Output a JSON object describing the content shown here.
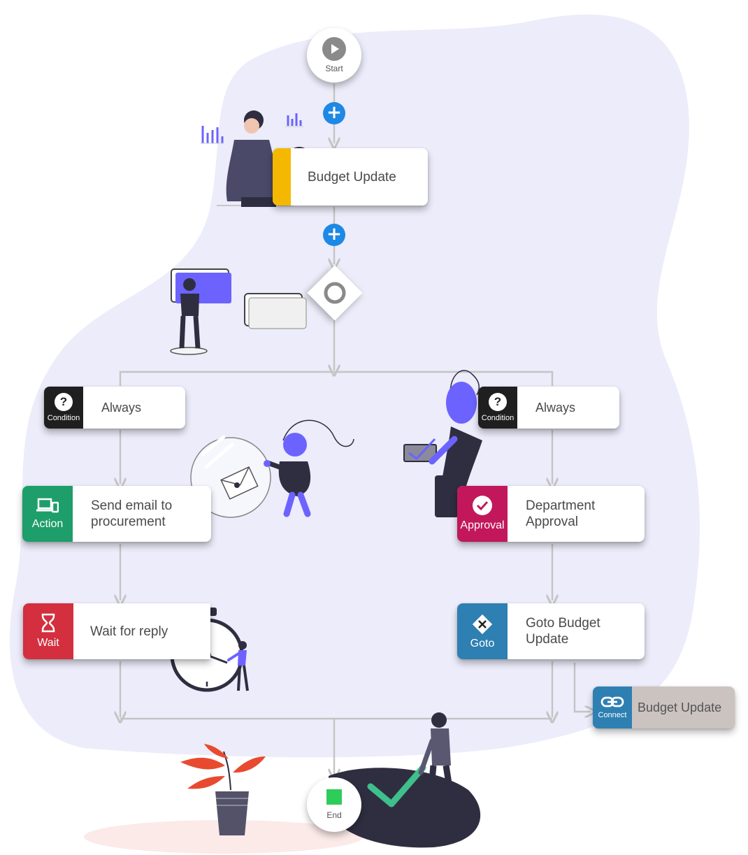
{
  "start": {
    "label": "Start"
  },
  "end": {
    "label": "End"
  },
  "budget_node": {
    "label": "Budget Update"
  },
  "conditions": [
    {
      "tab": "Condition",
      "label": "Always"
    },
    {
      "tab": "Condition",
      "label": "Always"
    }
  ],
  "action_node": {
    "tab": "Action",
    "label": "Send email to procurement"
  },
  "approval_node": {
    "tab": "Approval",
    "label": "Department Approval"
  },
  "wait_node": {
    "tab": "Wait",
    "label": "Wait for reply"
  },
  "goto_node": {
    "tab": "Goto",
    "label": "Goto Budget Update"
  },
  "connect_node": {
    "tab": "Connect",
    "label": "Budget Update"
  },
  "colors": {
    "blob": "#ececfa",
    "connector": "#c4c4c4",
    "add_button": "#1e88e5",
    "condition_tab": "#1f1f1f",
    "action_tab": "#1e9e6a",
    "approval_tab": "#c2185b",
    "wait_tab": "#d32f3f",
    "goto_tab": "#2e7fb2",
    "connect_tab": "#2e7fb2",
    "connect_card": "#cbc3c0",
    "budget_tab": "#f5b800",
    "end_square": "#2ecc59",
    "illustration_accent": "#6c63ff",
    "illustration_dark": "#2f2e41"
  },
  "icons": {
    "start": "play-icon",
    "add": "plus-icon",
    "gateway": "gateway-diamond-icon",
    "condition": "question-icon",
    "action": "devices-icon",
    "approval": "check-circle-icon",
    "wait": "hourglass-icon",
    "goto": "close-diamond-icon",
    "connect": "link-icon",
    "end": "stop-square-icon",
    "money": "dollar-icon"
  }
}
